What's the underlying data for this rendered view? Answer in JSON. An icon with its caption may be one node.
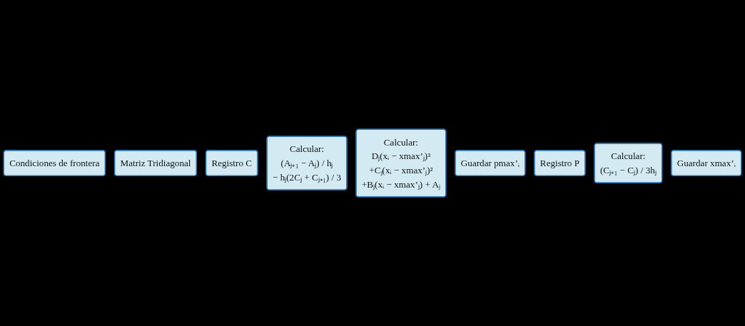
{
  "diagram": {
    "nodes": [
      {
        "text": [
          "Condiciones de frontera"
        ]
      },
      {
        "text": [
          "Matriz Tridiagonal"
        ]
      },
      {
        "text": [
          "Registro C"
        ]
      },
      {
        "text": [
          "Calcular:",
          "(Aⱼ₊₁ − Aⱼ) / hⱼ",
          "− hⱼ(2Cⱼ + Cⱼ₊₁) / 3"
        ]
      },
      {
        "text": [
          "Calcular:",
          "Dⱼ(xᵢ − xmax’ⱼ)³",
          "+Cⱼ(xᵢ − xmax’ⱼ)²",
          "+Bⱼ(xᵢ − xmax’ⱼ) + Aⱼ"
        ]
      },
      {
        "text": [
          "Guardar pmax’ᵢ"
        ]
      },
      {
        "text": [
          "Registro P"
        ]
      },
      {
        "text": [
          "Calcular:",
          "(Cⱼ₊₁ − Cⱼ) / 3hⱼ"
        ]
      },
      {
        "text": [
          "Guardar xmax’ᵢ"
        ]
      }
    ]
  }
}
